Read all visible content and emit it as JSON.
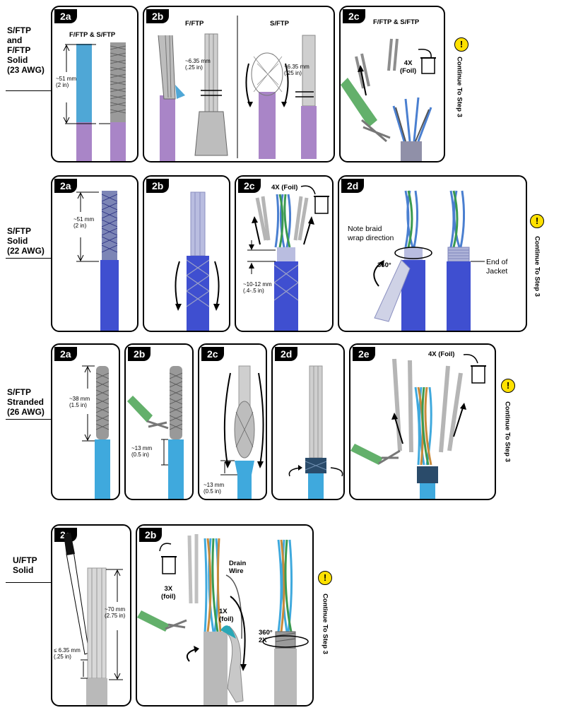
{
  "rows": [
    {
      "label": "S/FTP\nand\nF/FTP\nSolid\n(23 AWG)",
      "steps": [
        "2a",
        "2b",
        "2c"
      ],
      "texts": {
        "a_header": "F/FTP  &  S/FTP",
        "a_len": "~51 mm\n(2 in)",
        "b_left": "F/FTP",
        "b_right": "S/FTP",
        "b_gap1": "~6.35 mm\n(.25 in)",
        "b_gap2": "~6.35 mm\n(.25 in)",
        "c_header": "F/FTP  &  S/FTP",
        "c_foil": "4X\n(Foil)"
      },
      "continue": "Continue To Step 3"
    },
    {
      "label": "S/FTP\nSolid\n(22 AWG)",
      "steps": [
        "2a",
        "2b",
        "2c",
        "2d"
      ],
      "texts": {
        "a_len": "~51 mm\n(2 in)",
        "c_foil": "4X (Foil)",
        "c_len": "~10-12 mm\n(.4-.5 in)",
        "d_note": "Note braid\nwrap direction",
        "d_deg": "360°",
        "d_end": "End of\nJacket"
      },
      "continue": "Continue To Step 3"
    },
    {
      "label": "S/FTP\nStranded\n(26 AWG)",
      "steps": [
        "2a",
        "2b",
        "2c",
        "2d",
        "2e"
      ],
      "texts": {
        "a_len": "~38 mm\n(1.5 in)",
        "b_len": "~13 mm\n(0.5 in)",
        "c_len": "~13 mm\n(0.5 in)",
        "e_foil": "4X (Foil)"
      },
      "continue": "Continue To Step 3"
    },
    {
      "label": "U/FTP\nSolid",
      "steps": [
        "2a",
        "2b"
      ],
      "texts": {
        "a_len": "~70 mm\n(2.75 in)",
        "a_gap": "≤ 6.35 mm\n(.25 in)",
        "b_foil3": "3X\n(foil)",
        "b_drain": "Drain\nWire",
        "b_foil1": "1X\n(foil)",
        "b_deg": "360°\n2X"
      },
      "continue": "Continue To Step 3"
    }
  ],
  "warning_symbol": "!",
  "colors": {
    "purple_jacket": "#a985c7",
    "blue_jacket": "#3f4fd0",
    "teal_jacket": "#3fa9dd",
    "gray_jacket": "#b9b9b9",
    "braid": "#8d93a8",
    "warning": "#ffe100"
  }
}
